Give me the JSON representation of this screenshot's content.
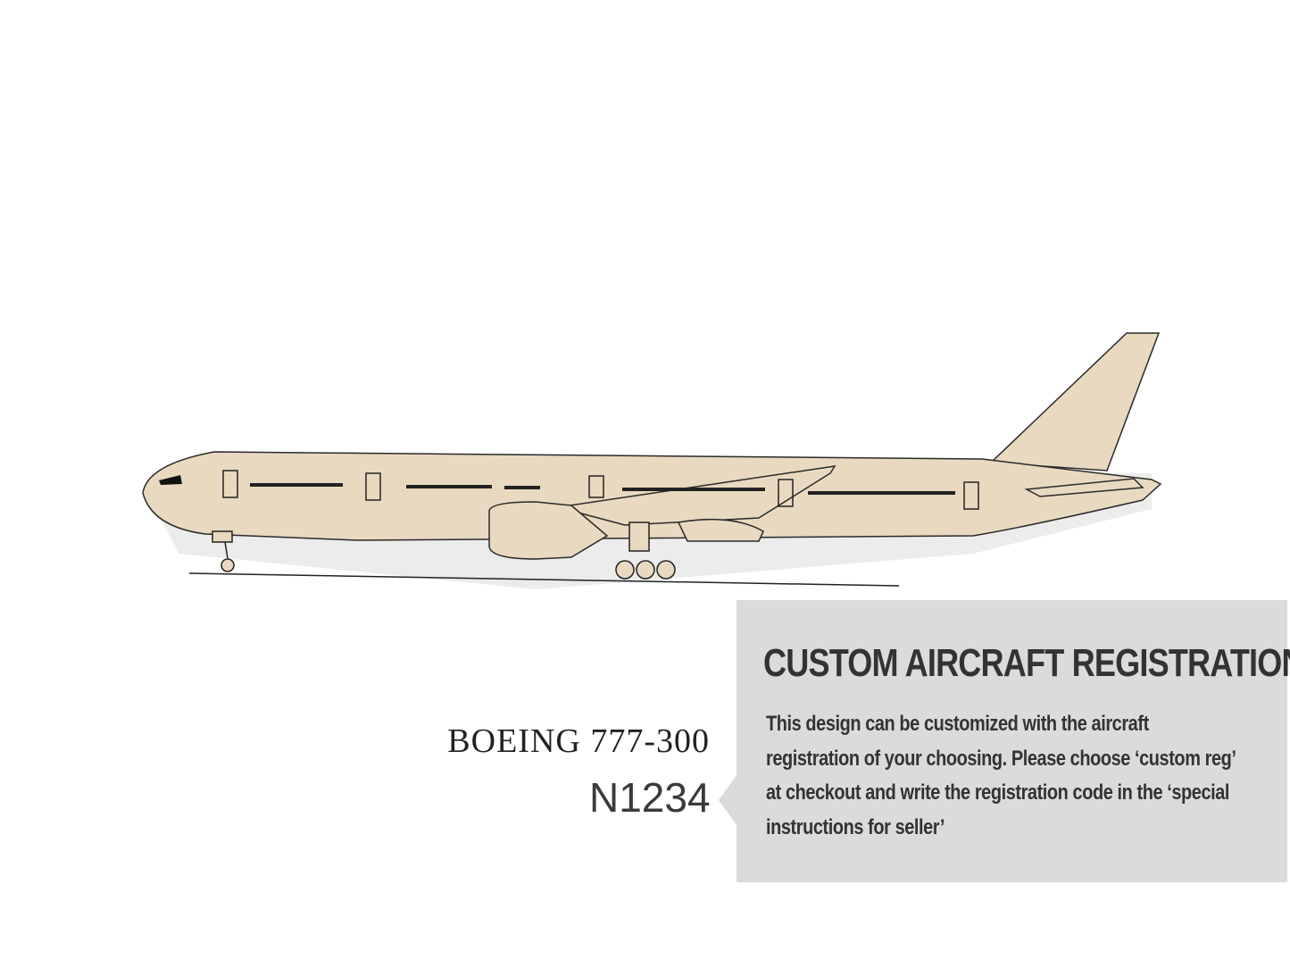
{
  "product": {
    "model_label": "BOEING 777-300",
    "registration_label": "N1234"
  },
  "callout": {
    "title": "CUSTOM AIRCRAFT REGISTRATION",
    "body": "This design can be customized with the aircraft registration of your choosing. Please choose ‘custom reg’ at checkout and write the registration code in the ‘special instructions for seller’"
  },
  "colors": {
    "wood": "#e8d9c0",
    "outline": "#2a2a2a",
    "callout_bg": "#d8d8d8",
    "text": "#333333"
  }
}
